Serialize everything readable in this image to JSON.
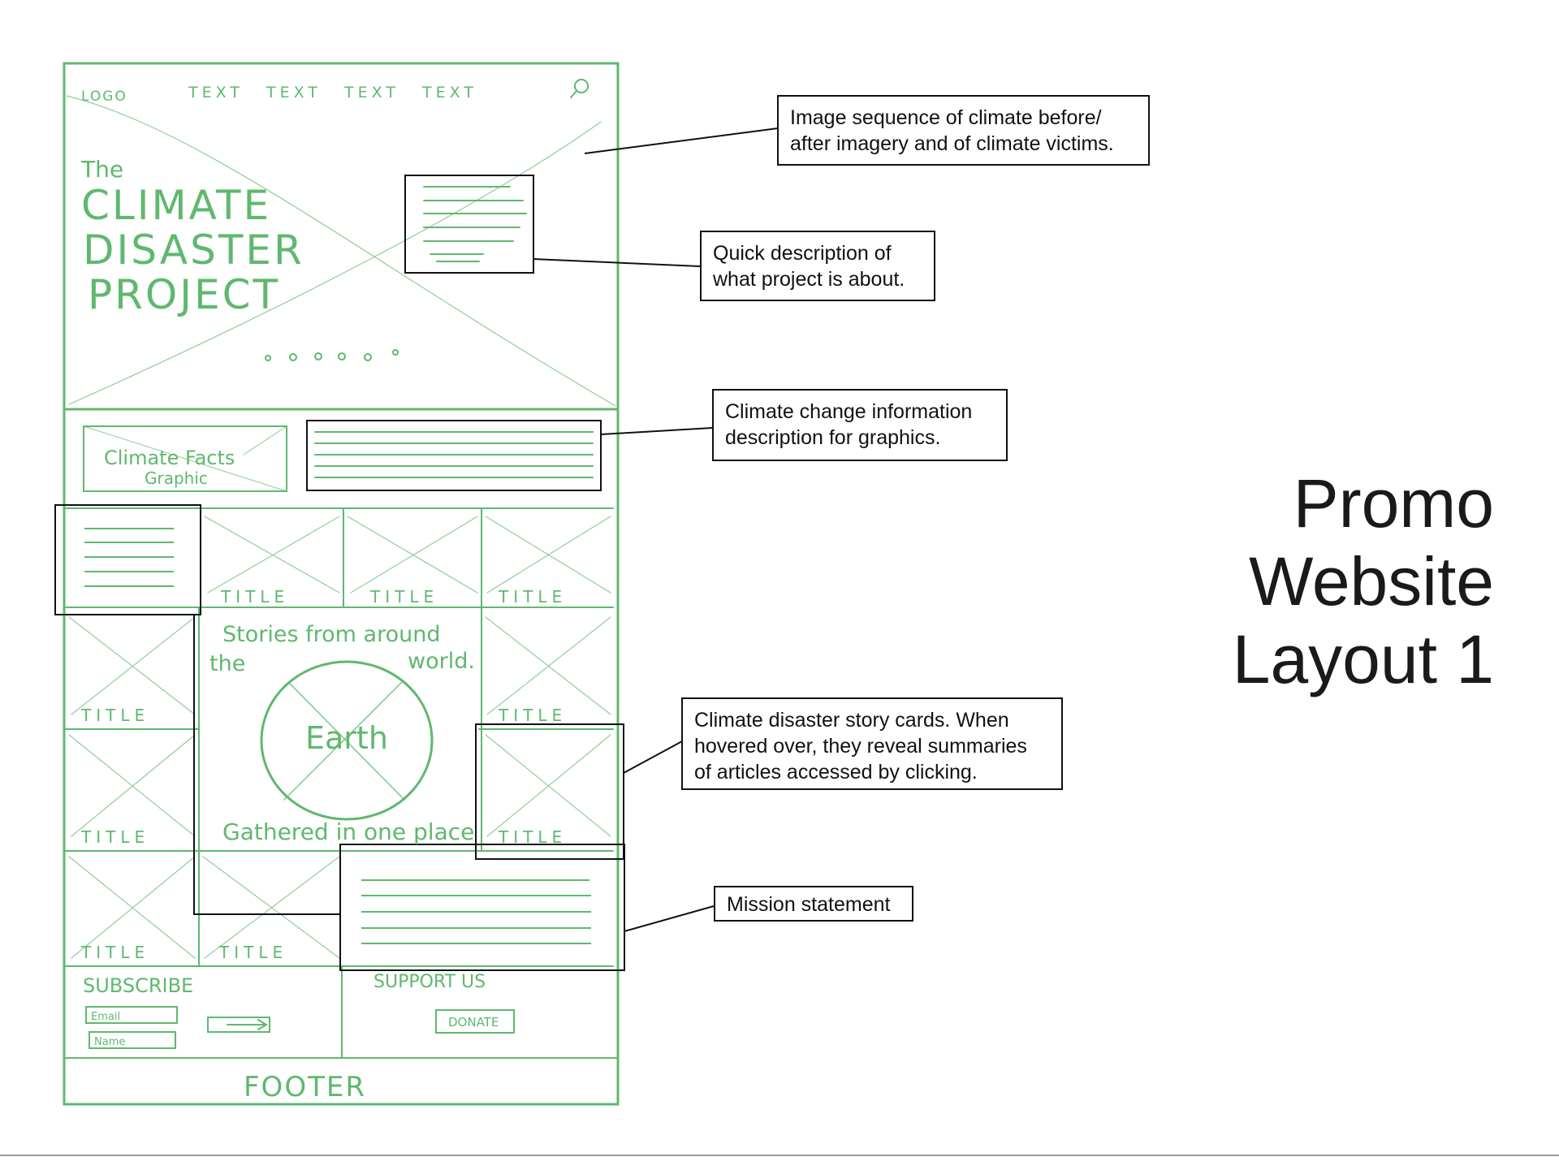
{
  "title": [
    "Promo",
    "Website",
    "Layout 1"
  ],
  "wireframe": {
    "nav": {
      "logo": "LOGO",
      "links": [
        "TEXT",
        "TEXT",
        "TEXT",
        "TEXT"
      ]
    },
    "hero": {
      "line1": "The",
      "line2": "CLIMATE",
      "line3": "DISASTER",
      "line4": "PROJECT"
    },
    "facts_graphic": {
      "line1": "Climate Facts",
      "line2": "Graphic"
    },
    "card_title": "TITLE",
    "stories": {
      "top_left": "Stories from around",
      "the": "the",
      "world": "world.",
      "earth": "Earth",
      "bottom": "Gathered in one place"
    },
    "subscribe": {
      "heading": "SUBSCRIBE",
      "email": "Email",
      "name": "Name"
    },
    "support": {
      "heading": "SUPPORT US",
      "donate": "DONATE"
    },
    "footer": "FOOTER"
  },
  "callouts": [
    {
      "id": "hero",
      "lines": [
        "Image sequence of climate before/",
        "after imagery and of climate victims."
      ]
    },
    {
      "id": "description",
      "lines": [
        "Quick description of",
        "what project is about."
      ]
    },
    {
      "id": "info",
      "lines": [
        "Climate change information",
        "description for graphics."
      ]
    },
    {
      "id": "cards",
      "lines": [
        "Climate disaster story cards. When",
        "hovered over, they reveal summaries",
        "of articles accessed by clicking."
      ]
    },
    {
      "id": "mission",
      "lines": [
        "Mission statement"
      ]
    }
  ],
  "colors": {
    "sketch": "#5fb86e",
    "ink": "#111111"
  }
}
